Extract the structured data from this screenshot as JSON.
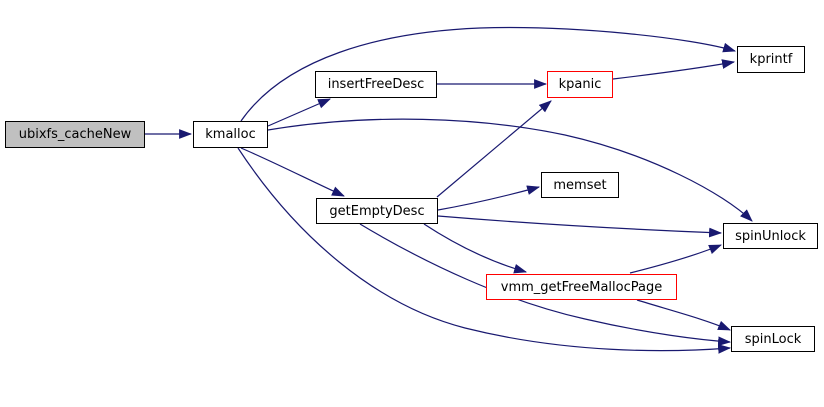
{
  "diagram": {
    "kind": "doxygen-call-graph",
    "root": "ubixfs_cacheNew"
  },
  "colors": {
    "background": "#ffffff",
    "edge": "#191970",
    "text": "#000000",
    "node-fill": "#ffffff",
    "node-border": "#000000",
    "node-border-highlight": "#ff0000",
    "root-fill": "#c0c0c0"
  },
  "nodes": {
    "ubixfs_cacheNew": {
      "label": "ubixfs_cacheNew",
      "style": "root"
    },
    "kmalloc": {
      "label": "kmalloc",
      "style": "normal"
    },
    "insertFreeDesc": {
      "label": "insertFreeDesc",
      "style": "normal"
    },
    "kpanic": {
      "label": "kpanic",
      "style": "highlight"
    },
    "kprintf": {
      "label": "kprintf",
      "style": "normal"
    },
    "memset": {
      "label": "memset",
      "style": "normal"
    },
    "getEmptyDesc": {
      "label": "getEmptyDesc",
      "style": "normal"
    },
    "spinUnlock": {
      "label": "spinUnlock",
      "style": "normal"
    },
    "vmm_getFreeMallocPage": {
      "label": "vmm_getFreeMallocPage",
      "style": "highlight"
    },
    "spinLock": {
      "label": "spinLock",
      "style": "normal"
    }
  },
  "edges": [
    {
      "from": "ubixfs_cacheNew",
      "to": "kmalloc"
    },
    {
      "from": "kmalloc",
      "to": "kprintf"
    },
    {
      "from": "kmalloc",
      "to": "insertFreeDesc"
    },
    {
      "from": "kmalloc",
      "to": "spinUnlock"
    },
    {
      "from": "kmalloc",
      "to": "getEmptyDesc"
    },
    {
      "from": "kmalloc",
      "to": "spinLock"
    },
    {
      "from": "insertFreeDesc",
      "to": "kpanic"
    },
    {
      "from": "kpanic",
      "to": "kprintf"
    },
    {
      "from": "getEmptyDesc",
      "to": "kpanic"
    },
    {
      "from": "getEmptyDesc",
      "to": "memset"
    },
    {
      "from": "getEmptyDesc",
      "to": "spinUnlock"
    },
    {
      "from": "getEmptyDesc",
      "to": "vmm_getFreeMallocPage"
    },
    {
      "from": "getEmptyDesc",
      "to": "spinLock"
    },
    {
      "from": "vmm_getFreeMallocPage",
      "to": "spinUnlock"
    },
    {
      "from": "vmm_getFreeMallocPage",
      "to": "spinLock"
    }
  ]
}
